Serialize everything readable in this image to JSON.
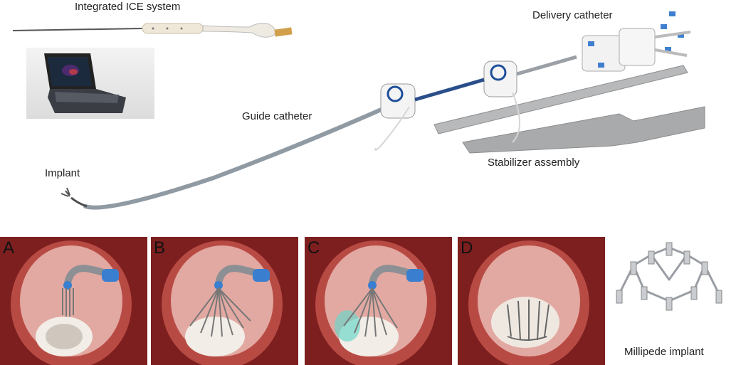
{
  "labels": {
    "ice_system": "Integrated ICE system",
    "delivery_catheter": "Delivery catheter",
    "guide_catheter": "Guide catheter",
    "stabilizer_assembly": "Stabilizer assembly",
    "implant": "Implant",
    "millipede_implant": "Millipede implant"
  },
  "panels": [
    {
      "letter": "A"
    },
    {
      "letter": "B"
    },
    {
      "letter": "C"
    },
    {
      "letter": "D"
    }
  ],
  "colors": {
    "tissue_dark": "#7d1f1f",
    "tissue_mid": "#b84a44",
    "tissue_light": "#e7a7a0",
    "catheter_gray": "#8f9aa3",
    "catheter_blue": "#3a7fcf",
    "metal": "#a9adb3"
  }
}
